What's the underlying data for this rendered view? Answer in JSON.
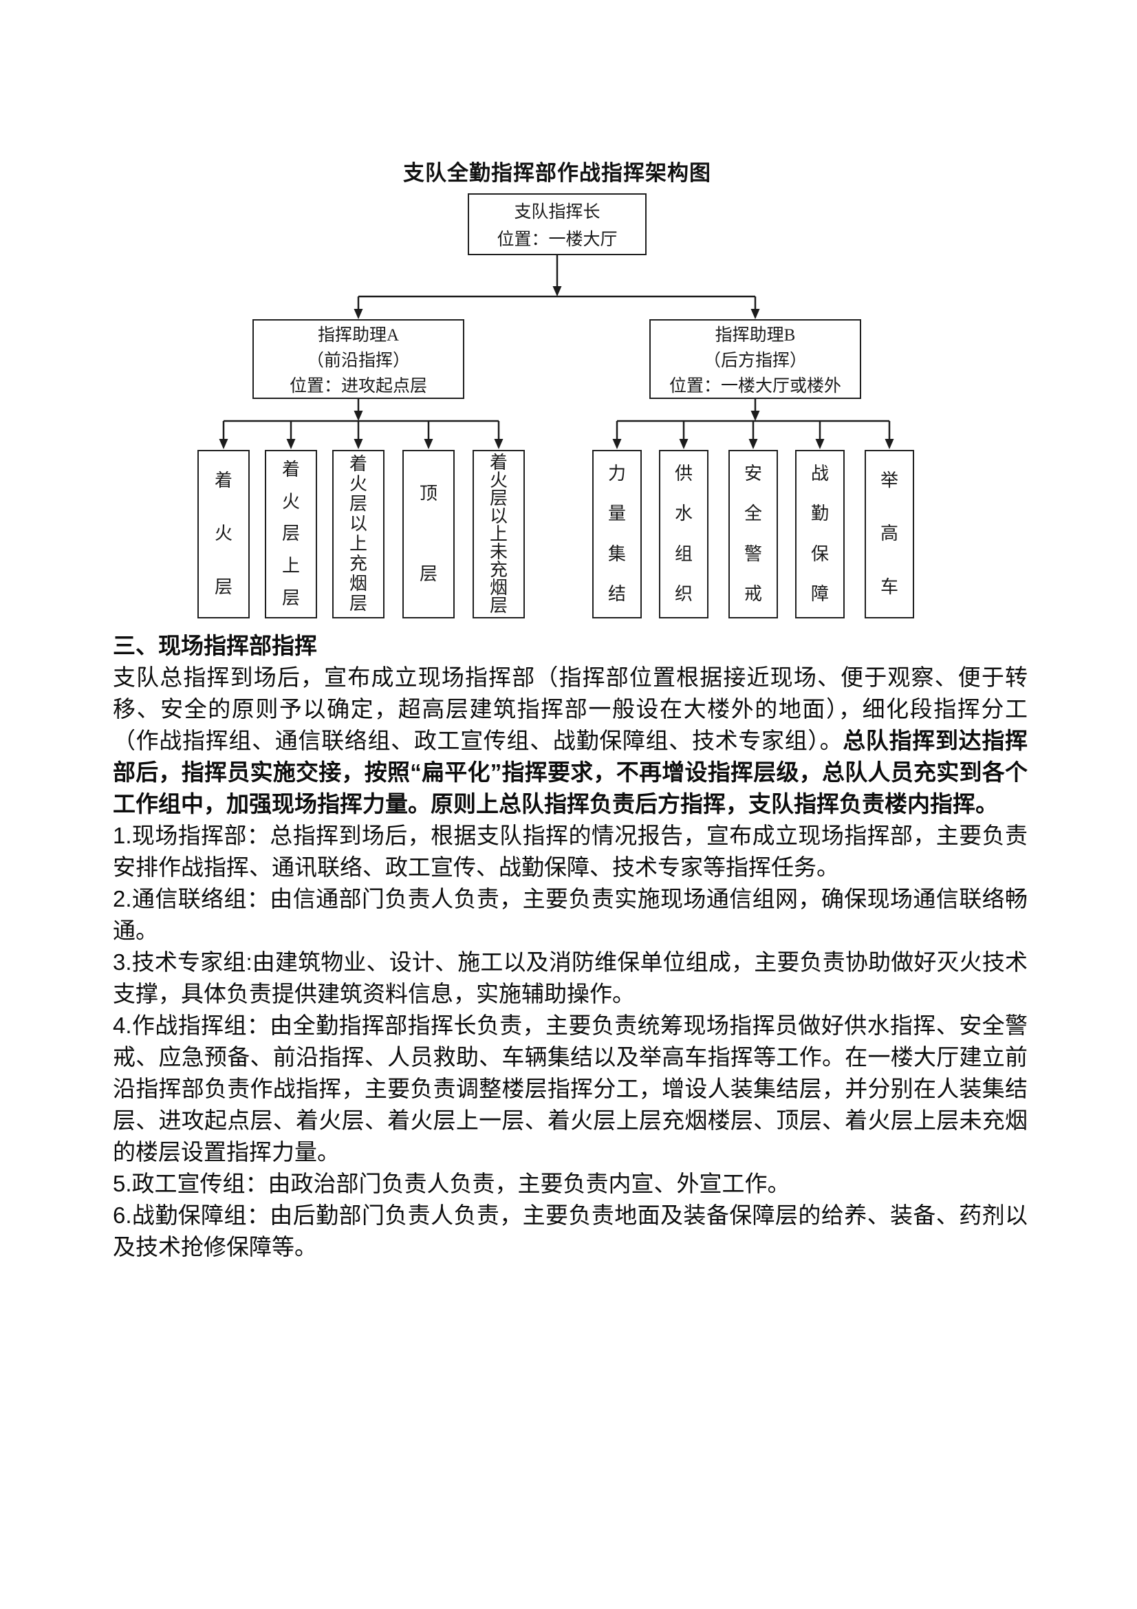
{
  "diagram": {
    "title": "支队全勤指挥部作战指挥架构图",
    "root": {
      "line1": "支队指挥长",
      "line2": "位置：一楼大厅"
    },
    "assistant_a": {
      "line1": "指挥助理A",
      "line2": "（前沿指挥）",
      "line3": "位置：进攻起点层"
    },
    "assistant_b": {
      "line1": "指挥助理B",
      "line2": "（后方指挥）",
      "line3": "位置：一楼大厅或楼外"
    },
    "group_a_leaves": [
      "着火层",
      "着火层上层",
      "着火层以上充烟层",
      "顶层",
      "着火层以上未充烟层"
    ],
    "group_b_leaves": [
      "力量集结",
      "供水组织",
      "安全警戒",
      "战勤保障",
      "举高车"
    ],
    "line_color": "#1c1c1c"
  },
  "body": {
    "heading": "三、现场指挥部指挥",
    "p1_normal": "支队总指挥到场后，宣布成立现场指挥部（指挥部位置根据接近现场、便于观察、便于转移、安全的原则予以确定，超高层建筑指挥部一般设在大楼外的地面），细化段指挥分工（作战指挥组、通信联络组、政工宣传组、战勤保障组、技术专家组）。",
    "p1_bold": "总队指挥到达指挥部后，指挥员实施交接，按照“扁平化”指挥要求，不再增设指挥层级，总队人员充实到各个工作组中，加强现场指挥力量。原则上总队指挥负责后方指挥，支队指挥负责楼内指挥。",
    "items": [
      "1.现场指挥部：总指挥到场后，根据支队指挥的情况报告，宣布成立现场指挥部，主要负责安排作战指挥、通讯联络、政工宣传、战勤保障、技术专家等指挥任务。",
      "2.通信联络组：由信通部门负责人负责，主要负责实施现场通信组网，确保现场通信联络畅通。",
      "3.技术专家组:由建筑物业、设计、施工以及消防维保单位组成，主要负责协助做好灭火技术支撑，具体负责提供建筑资料信息，实施辅助操作。",
      "4.作战指挥组：由全勤指挥部指挥长负责，主要负责统筹现场指挥员做好供水指挥、安全警戒、应急预备、前沿指挥、人员救助、车辆集结以及举高车指挥等工作。在一楼大厅建立前沿指挥部负责作战指挥，主要负责调整楼层指挥分工，增设人装集结层，并分别在人装集结层、进攻起点层、着火层、着火层上一层、着火层上层充烟楼层、顶层、着火层上层未充烟的楼层设置指挥力量。",
      "5.政工宣传组：由政治部门负责人负责，主要负责内宣、外宣工作。",
      "6.战勤保障组：由后勤部门负责人负责，主要负责地面及装备保障层的给养、装备、药剂以及技术抢修保障等。"
    ]
  }
}
